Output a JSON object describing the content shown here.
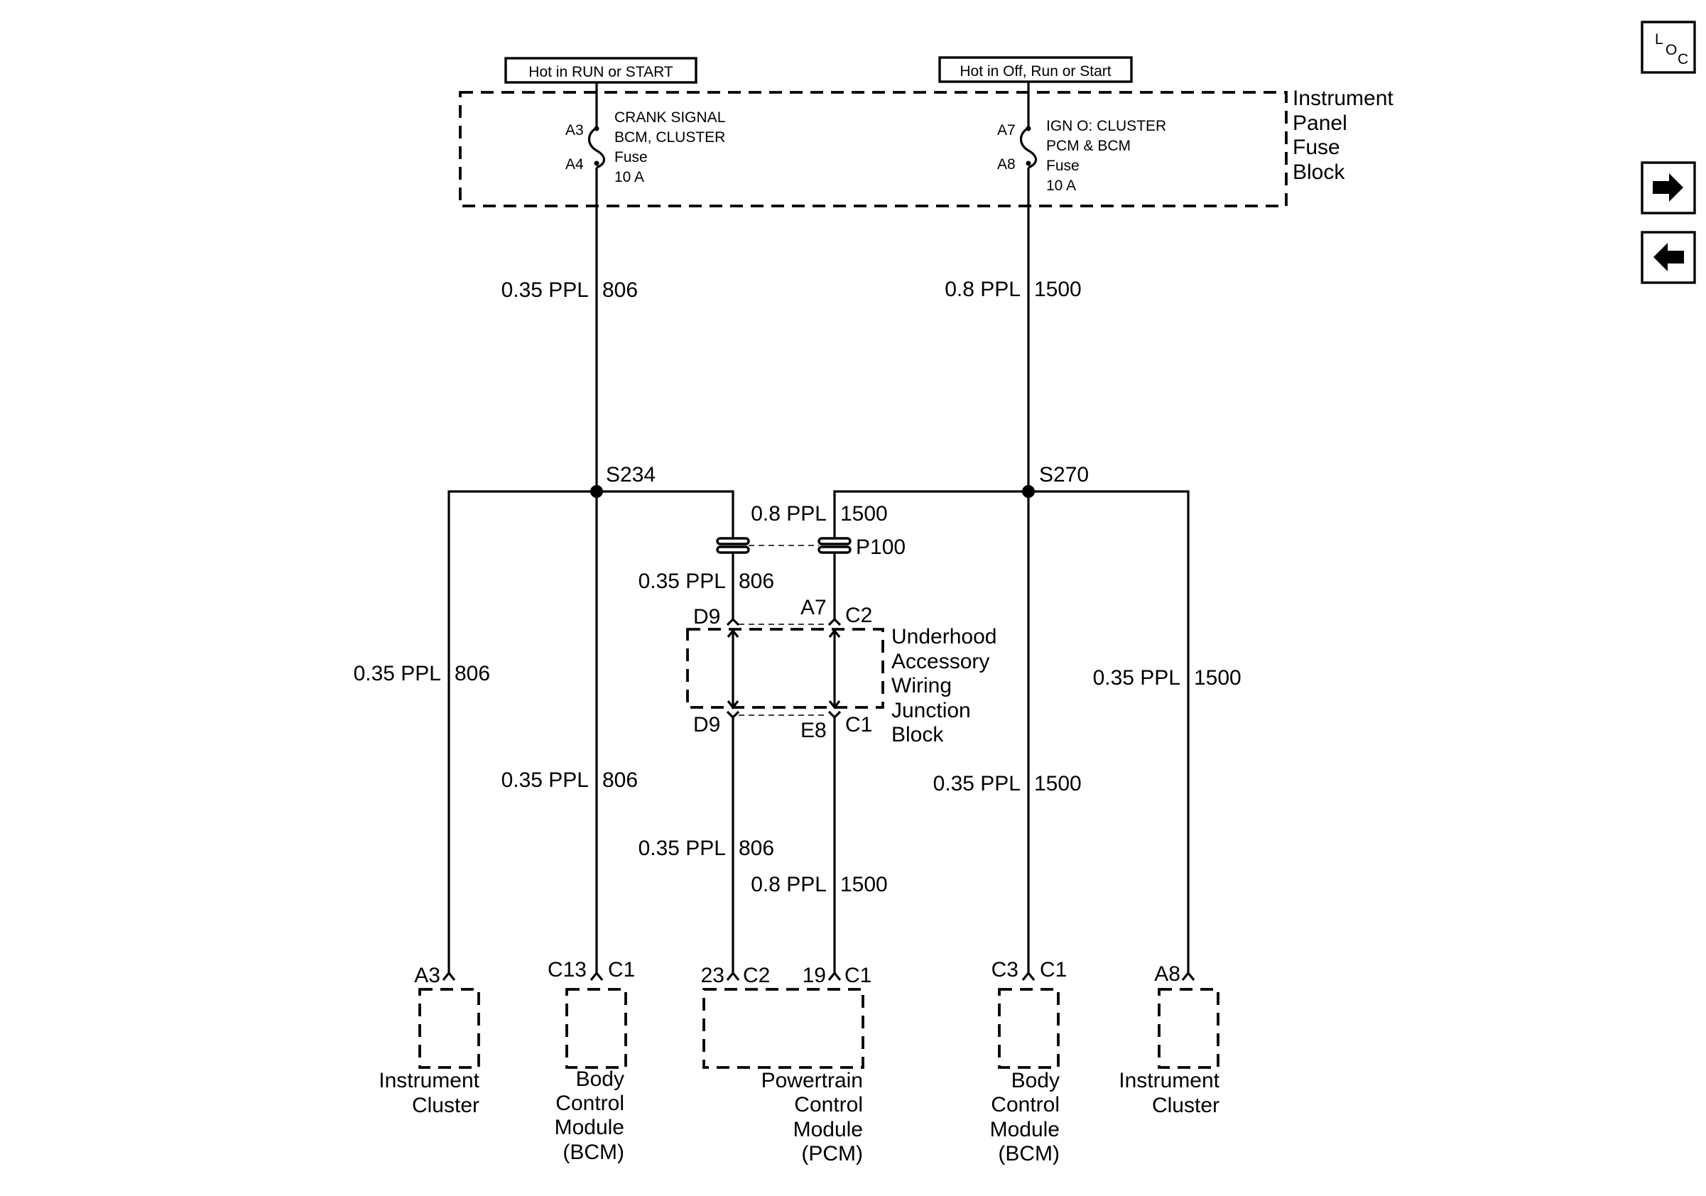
{
  "power_labels": {
    "left": "Hot in RUN or START",
    "right": "Hot in Off, Run or Start"
  },
  "fuse_block": {
    "label_lines": [
      "Instrument",
      "Panel",
      "Fuse",
      "Block"
    ],
    "left_fuse": {
      "pin_top": "A3",
      "pin_bottom": "A4",
      "lines": [
        "CRANK SIGNAL",
        "BCM, CLUSTER",
        "Fuse",
        "10 A"
      ]
    },
    "right_fuse": {
      "pin_top": "A7",
      "pin_bottom": "A8",
      "lines": [
        "IGN O: CLUSTER",
        "PCM & BCM",
        "Fuse",
        "10 A"
      ]
    }
  },
  "wires": {
    "left_main": {
      "gauge": "0.35 PPL",
      "circuit": "806"
    },
    "right_main": {
      "gauge": "0.8 PPL",
      "circuit": "1500"
    },
    "p100_right": {
      "gauge": "0.8 PPL",
      "circuit": "1500"
    },
    "p100_left_below": {
      "gauge": "0.35 PPL",
      "circuit": "806"
    },
    "far_left": {
      "gauge": "0.35 PPL",
      "circuit": "806"
    },
    "left_bcm": {
      "gauge": "0.35 PPL",
      "circuit": "806"
    },
    "pcm_left": {
      "gauge": "0.35 PPL",
      "circuit": "806"
    },
    "pcm_right": {
      "gauge": "0.8 PPL",
      "circuit": "1500"
    },
    "right_bcm": {
      "gauge": "0.35 PPL",
      "circuit": "1500"
    },
    "far_right": {
      "gauge": "0.35 PPL",
      "circuit": "1500"
    }
  },
  "splices": {
    "left": "S234",
    "right": "S270"
  },
  "connector_p100": "P100",
  "junction_block": {
    "label_lines": [
      "Underhood",
      "Accessory",
      "Wiring",
      "Junction",
      "Block"
    ],
    "top_left_pin": "D9",
    "top_right_pin": "A7",
    "top_right_conn": "C2",
    "bottom_left_pin": "D9",
    "bottom_right_pin": "E8",
    "bottom_right_conn": "C1"
  },
  "modules": [
    {
      "pin": "A3",
      "conn": "",
      "name_lines": [
        "Instrument",
        "Cluster"
      ]
    },
    {
      "pin": "C13",
      "conn": "C1",
      "name_lines": [
        "Body",
        "Control",
        "Module",
        "(BCM)"
      ]
    },
    {
      "pin_left": "23",
      "conn_left": "C2",
      "pin_right": "19",
      "conn_right": "C1",
      "name_lines": [
        "Powertrain",
        "Control",
        "Module",
        "(PCM)"
      ]
    },
    {
      "pin": "C3",
      "conn": "C1",
      "name_lines": [
        "Body",
        "Control",
        "Module",
        "(BCM)"
      ]
    },
    {
      "pin": "A8",
      "conn": "",
      "name_lines": [
        "Instrument",
        "Cluster"
      ]
    }
  ],
  "nav_buttons": {
    "loc": {
      "l": "L",
      "o": "O",
      "c": "C"
    },
    "next": "next-arrow-icon",
    "prev": "previous-arrow-icon"
  }
}
